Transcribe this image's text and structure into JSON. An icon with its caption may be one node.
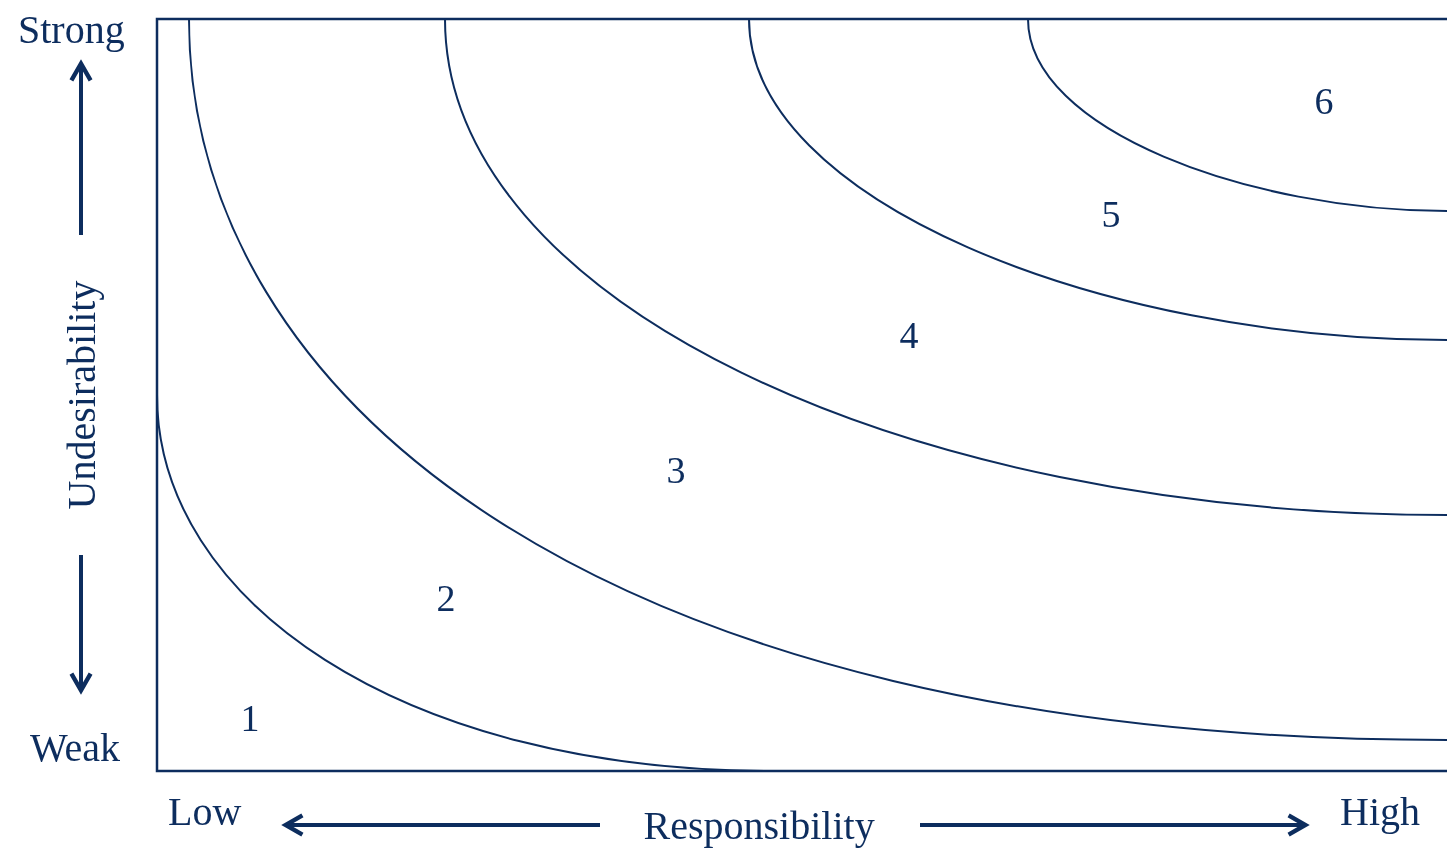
{
  "diagram": {
    "labels": [
      "Strong",
      "Undesirability",
      "6",
      "5",
      "4",
      "3",
      "2",
      "1",
      "Weak",
      "Low",
      "Responsibility",
      "High"
    ]
  }
}
